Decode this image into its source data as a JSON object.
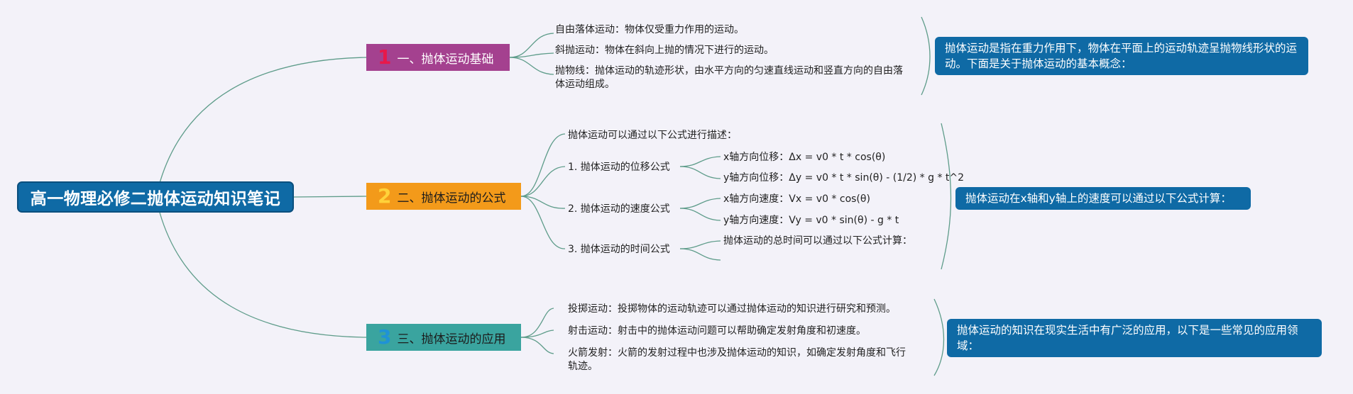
{
  "root": {
    "title": "高一物理必修二抛体运动知识笔记"
  },
  "topics": [
    {
      "number": "1",
      "label": "一、抛体运动基础",
      "items": [
        "自由落体运动：物体仅受重力作用的运动。",
        "斜抛运动：物体在斜向上抛的情况下进行的运动。",
        "抛物线：抛体运动的轨迹形状，由水平方向的匀速直线运动和竖直方向的自由落体运动组成。"
      ],
      "note": "抛体运动是指在重力作用下，物体在平面上的运动轨迹呈抛物线形状的运动。下面是关于抛体运动的基本概念："
    },
    {
      "number": "2",
      "label": "二、抛体运动的公式",
      "intro": "抛体运动可以通过以下公式进行描述：",
      "groups": [
        {
          "label": "1. 抛体运动的位移公式",
          "items": [
            "x轴方向位移：Δx = v0 * t * cos(θ)",
            "y轴方向位移：Δy = v0 * t * sin(θ) - (1/2) * g * t^2"
          ]
        },
        {
          "label": "2. 抛体运动的速度公式",
          "items": [
            "x轴方向速度：Vx = v0 * cos(θ)",
            "y轴方向速度：Vy = v0 * sin(θ) - g * t"
          ]
        },
        {
          "label": "3. 抛体运动的时间公式",
          "items": [
            "抛体运动的总时间可以通过以下公式计算："
          ]
        }
      ],
      "note": "抛体运动在x轴和y轴上的速度可以通过以下公式计算："
    },
    {
      "number": "3",
      "label": "三、抛体运动的应用",
      "items": [
        "投掷运动：投掷物体的运动轨迹可以通过抛体运动的知识进行研究和预测。",
        "射击运动：射击中的抛体运动问题可以帮助确定发射角度和初速度。",
        "火箭发射：火箭的发射过程中也涉及抛体运动的知识，如确定发射角度和飞行轨迹。"
      ],
      "note": "抛体运动的知识在现实生活中有广泛的应用，以下是一些常见的应用领域："
    }
  ],
  "colors": {
    "background": "#f3f2f9",
    "root": "#0f6aa5",
    "topic1": "#a4418f",
    "topic2": "#f39a1a",
    "topic3": "#3aa49f",
    "note": "#0f6aa5",
    "connector": "#5e9c8a"
  }
}
